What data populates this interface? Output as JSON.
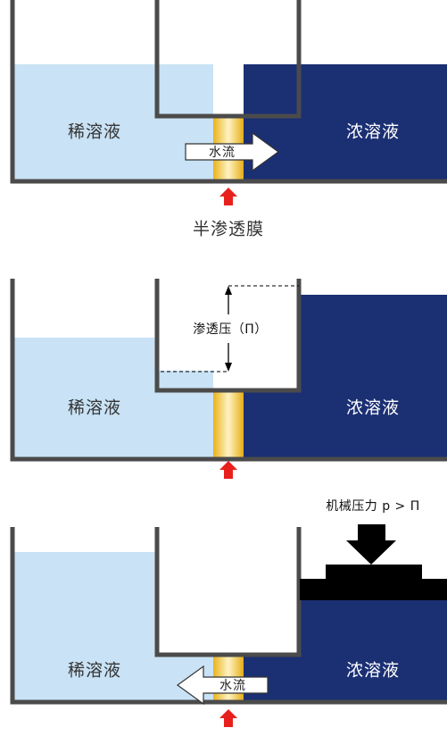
{
  "colors": {
    "dilute": "#c9e2f5",
    "concentrated": "#1b2f73",
    "membrane": "#f0cc3f",
    "wall": "#4b4b4b",
    "indicator": "#e8201c",
    "piston": "#000000"
  },
  "panels": [
    {
      "dilute_label": "稀溶液",
      "concentrated_label": "浓溶液",
      "flow_label": "水流",
      "flow_direction": "right",
      "membrane_caption": "半渗透膜"
    },
    {
      "dilute_label": "稀溶液",
      "concentrated_label": "浓溶液",
      "osmotic_label": "渗透压（Π）"
    },
    {
      "dilute_label": "稀溶液",
      "concentrated_label": "浓溶液",
      "flow_label": "水流",
      "flow_direction": "left",
      "pressure_label": "机械压力 p > Π"
    }
  ]
}
